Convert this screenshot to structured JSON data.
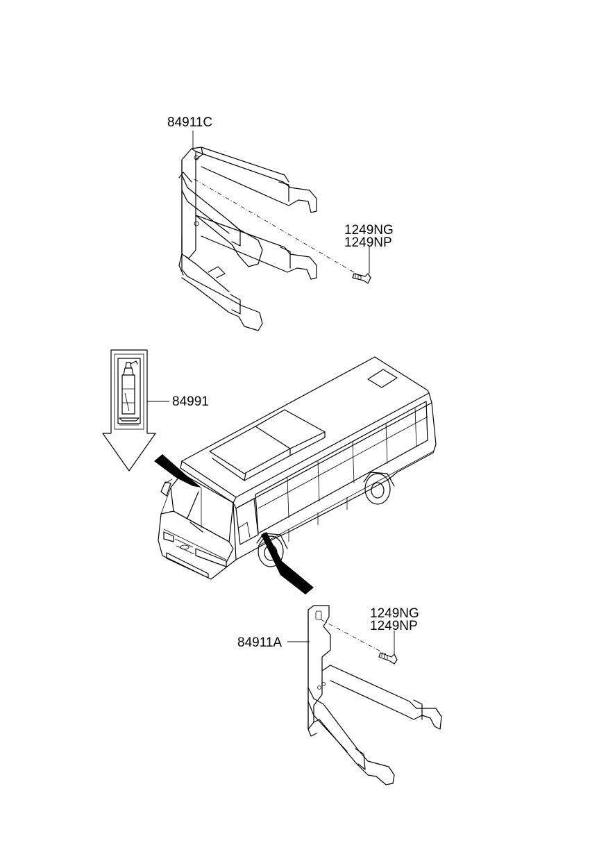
{
  "labels": {
    "bracket_upper": "84911C",
    "screw_upper_1": "1249NG",
    "screw_upper_2": "1249NP",
    "extinguisher_label": "84991",
    "bracket_lower": "84911A",
    "screw_lower_1": "1249NG",
    "screw_lower_2": "1249NP"
  },
  "icons": {
    "upper_bracket": "extinguisher-bracket-icon",
    "lower_bracket": "extinguisher-bracket-icon",
    "screw": "screw-icon",
    "sticker": "fire-extinguisher-sticker-icon",
    "vehicle": "minibus-icon"
  },
  "colors": {
    "line": "#000000",
    "background": "#ffffff"
  }
}
